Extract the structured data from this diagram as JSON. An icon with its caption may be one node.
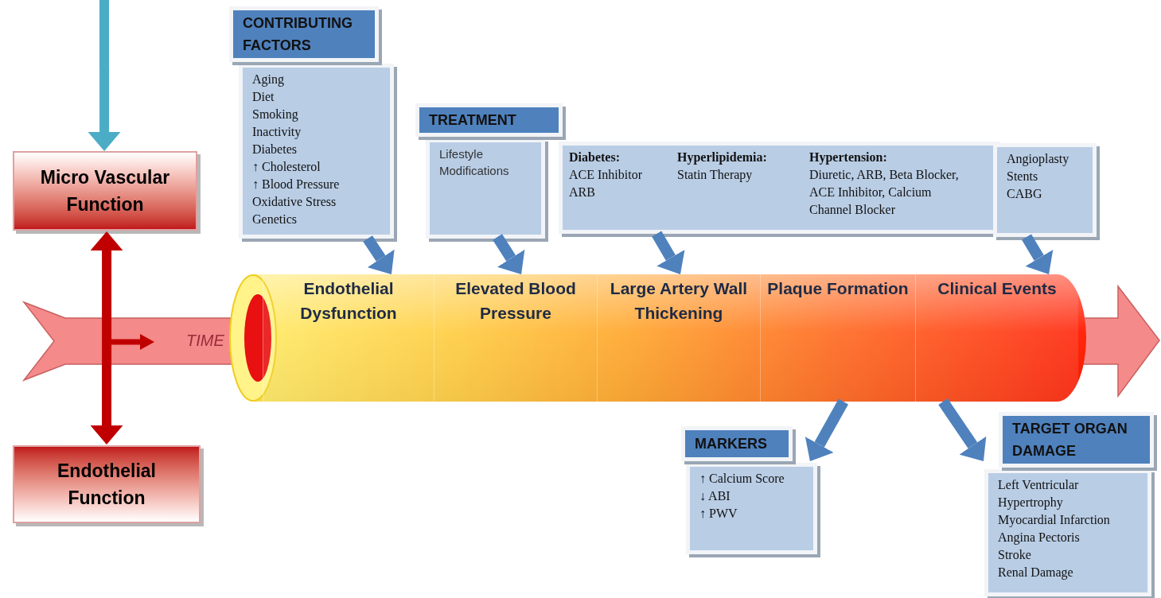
{
  "diagram": {
    "nodes": [
      {
        "text": [
          "Micro Vascular Function"
        ]
      },
      {
        "text": [
          "Endothelial Function"
        ]
      },
      {
        "text": [
          "CONTRIBUTING FACTORS",
          "Aging",
          "Diet",
          "Smoking",
          "Inactivity",
          "Diabetes",
          "↑ Cholesterol",
          "↑ Blood Pressure",
          "Oxidative Stress",
          "Genetics"
        ]
      },
      {
        "text": [
          "TREATMENT",
          "Lifestyle Modifications"
        ]
      },
      {
        "text": [
          "Diabetes:",
          "ACE Inhibitor",
          "ARB",
          "Hyperlipidemia:",
          "Statin Therapy",
          "Hypertension:",
          "Diuretic, ARB, Beta Blocker, ACE Inhibitor, Calcium Channel Blocker"
        ]
      },
      {
        "text": [
          "Angioplasty",
          "Stents",
          "CABG"
        ]
      },
      {
        "text": [],
        "shape": "cylinder"
      },
      {
        "text": [
          "Endothelial Dysfunction"
        ],
        "in": 6
      },
      {
        "text": [
          "Elevated Blood Pressure"
        ],
        "in": 6
      },
      {
        "text": [
          "Large Artery Wall Thickening"
        ],
        "in": 6
      },
      {
        "text": [
          "Plaque Formation"
        ],
        "in": 6
      },
      {
        "text": [
          "Clinical Events"
        ],
        "in": 6
      },
      {
        "text": [
          "MARKERS",
          "↑ Calcium Score",
          "↓ ABI",
          "↑ PWV"
        ]
      },
      {
        "text": [
          "TARGET ORGAN DAMAGE",
          "Left Ventricular Hypertrophy",
          "Myocardial Infarction",
          "Angina Pectoris",
          "Stroke",
          "Renal Damage"
        ]
      }
    ],
    "edges": [
      {
        "from": null,
        "to": 0,
        "arrow": "to",
        "color": "#4bacc6"
      },
      {
        "from": 0,
        "to": 1,
        "arrow": "both",
        "color": "#c00000"
      },
      {
        "from": 2,
        "to": 7,
        "arrow": "to"
      },
      {
        "from": 3,
        "to": 8,
        "arrow": "to"
      },
      {
        "from": 4,
        "to": 9,
        "arrow": "to"
      },
      {
        "from": 5,
        "to": 11,
        "arrow": "to"
      },
      {
        "from": 10,
        "to": 12,
        "arrow": "to"
      },
      {
        "from": 11,
        "to": 13,
        "arrow": "to"
      }
    ],
    "labels": [
      "TIME"
    ]
  }
}
